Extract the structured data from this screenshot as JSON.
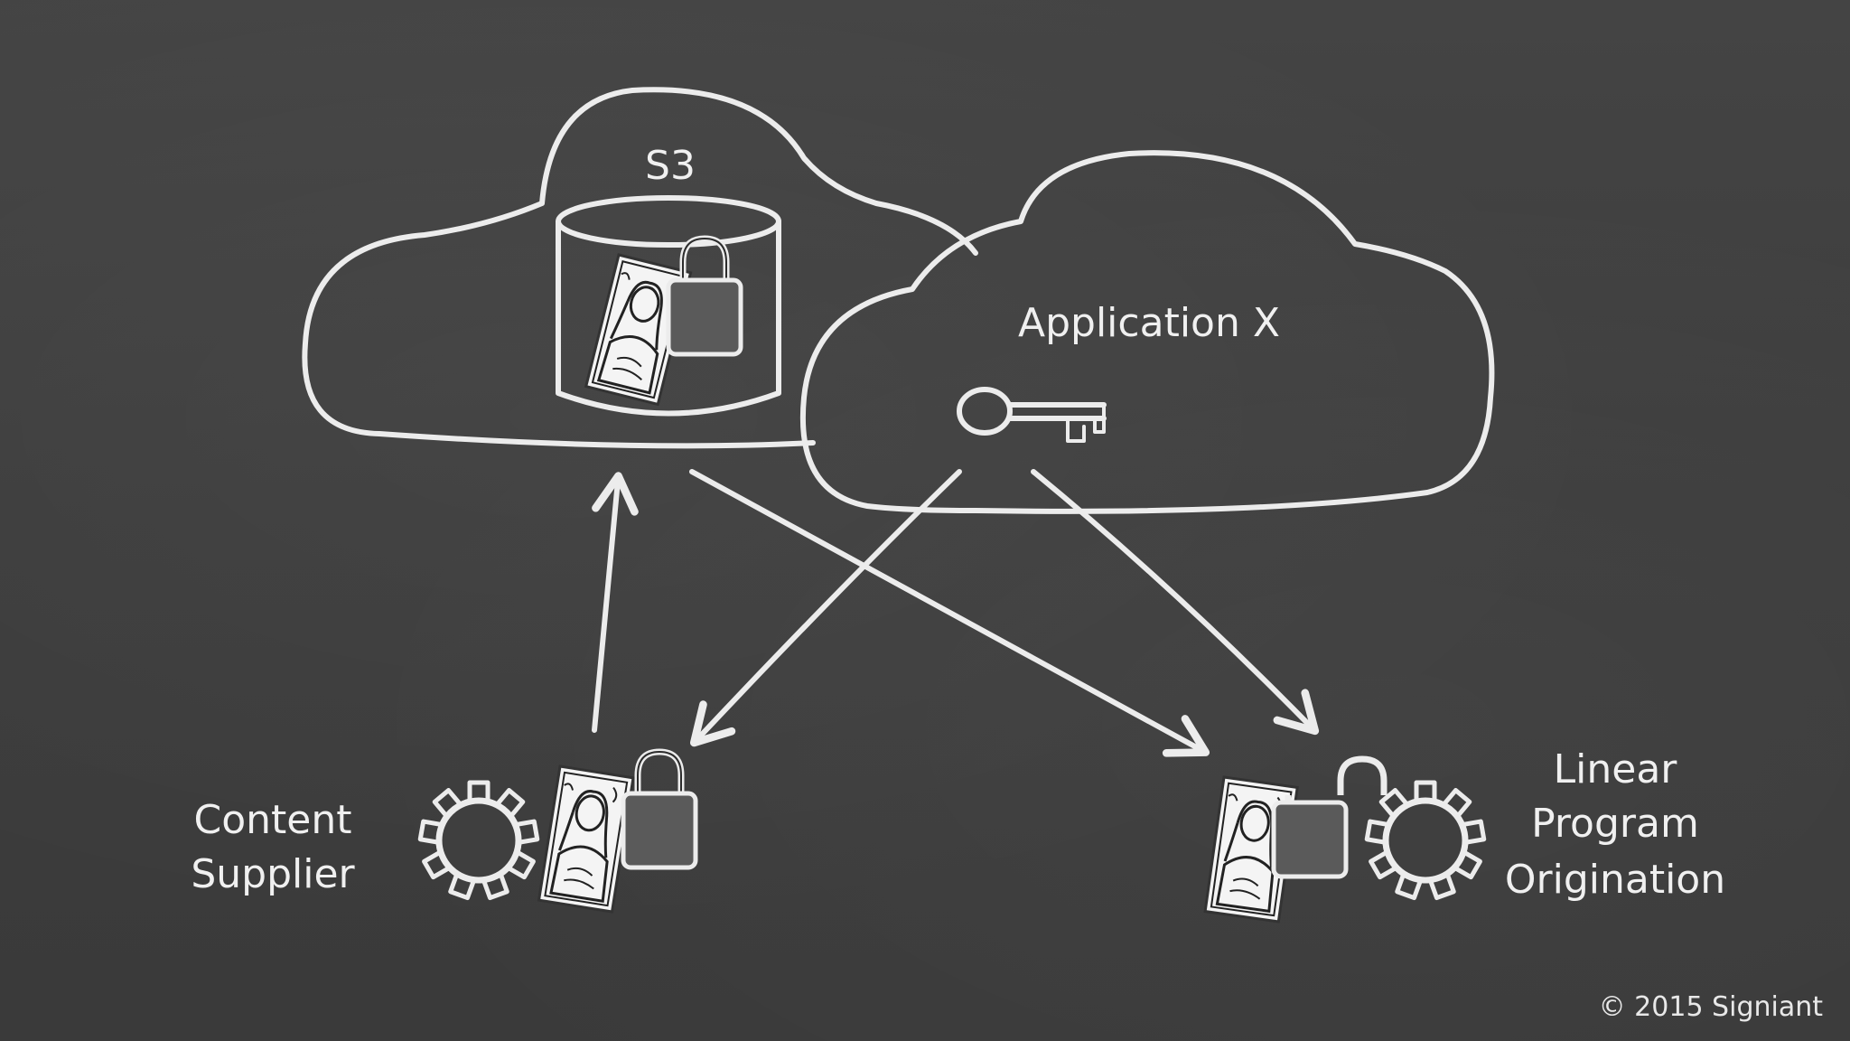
{
  "diagram": {
    "s3_label": "S3",
    "app_label": "Application X",
    "supplier_line1": "Content",
    "supplier_line2": "Supplier",
    "origination_line1": "Linear",
    "origination_line2": "Program",
    "origination_line3": "Origination",
    "copyright": "© 2015 Signiant"
  },
  "icons": {
    "s3_store": "storage-cylinder-icon",
    "locked": "padlock-locked-icon",
    "unlocked": "padlock-unlocked-icon",
    "key": "key-icon",
    "gear": "gear-icon",
    "media": "picture-file-icon"
  },
  "colors": {
    "board": "#3f3f3f",
    "chalk": "#ececec"
  }
}
